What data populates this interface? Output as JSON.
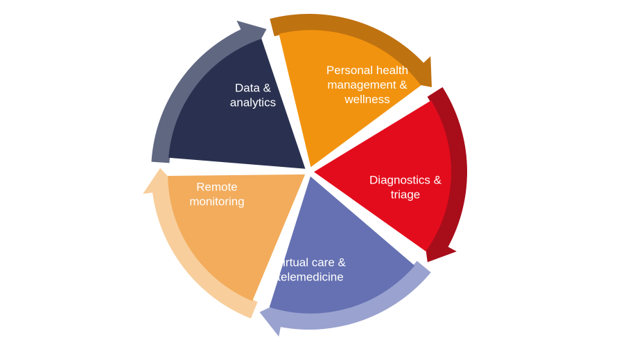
{
  "diagram": {
    "type": "cycle",
    "segments": [
      {
        "id": "personal-health",
        "lines": [
          "Personal health",
          "management &",
          "wellness"
        ],
        "fill": "#2a3150",
        "arrow": "#606781"
      },
      {
        "id": "diagnostics",
        "lines": [
          "Diagnostics &",
          "triage"
        ],
        "fill": "#f2930f",
        "arrow": "#bf7210"
      },
      {
        "id": "virtual-care",
        "lines": [
          "Virtual care &",
          "telemedicine"
        ],
        "fill": "#e30c1c",
        "arrow": "#a80d1a"
      },
      {
        "id": "remote-monitoring",
        "lines": [
          "Remote",
          "monitoring"
        ],
        "fill": "#6571b2",
        "arrow": "#9aa2cf"
      },
      {
        "id": "data-analytics",
        "lines": [
          "Data &",
          "analytics"
        ],
        "fill": "#f2ac5c",
        "arrow": "#f8ce9c"
      }
    ]
  }
}
